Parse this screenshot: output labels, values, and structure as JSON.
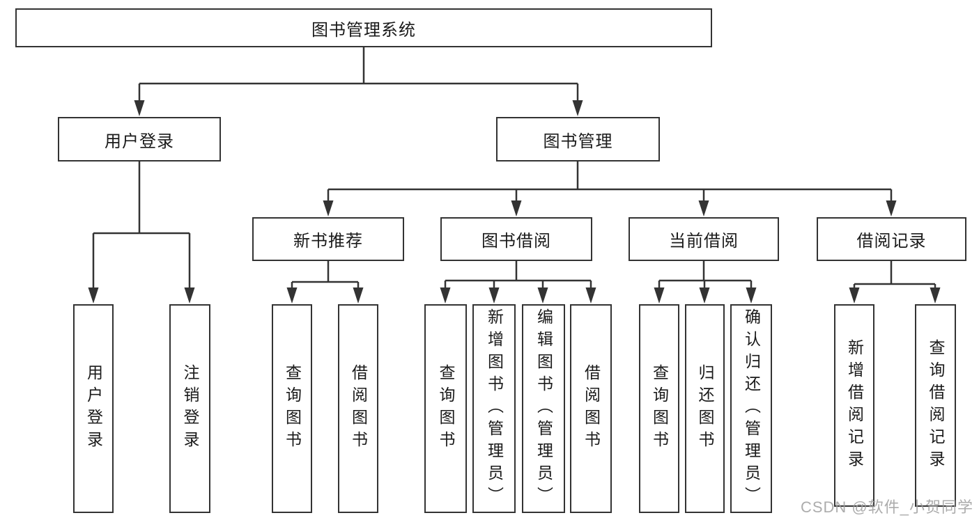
{
  "page": {
    "background": "#ffffff",
    "line_color": "#333333",
    "box_border_color": "#333333",
    "text_color": "#1a1a1a",
    "watermark_color": "#9e9e9e",
    "watermark": "CSDN @软件_小贺同学"
  },
  "tree": {
    "root": {
      "label": "图书管理系统"
    },
    "user_login": {
      "label": "用户登录",
      "children": [
        "用户登录",
        "注销登录"
      ]
    },
    "book_mgmt": {
      "label": "图书管理"
    },
    "new_books": {
      "label": "新书推荐",
      "children": [
        "查询图书",
        "借阅图书"
      ]
    },
    "book_borrow": {
      "label": "图书借阅",
      "children": [
        "查询图书",
        "新增图书（管理员）",
        "编辑图书（管理员）",
        "借阅图书"
      ]
    },
    "current_borrow": {
      "label": "当前借阅",
      "children": [
        "查询图书",
        "归还图书",
        "确认归还（管理员）"
      ]
    },
    "borrow_records": {
      "label": "借阅记录",
      "children": [
        "新增借阅记录",
        "查询借阅记录"
      ]
    }
  }
}
